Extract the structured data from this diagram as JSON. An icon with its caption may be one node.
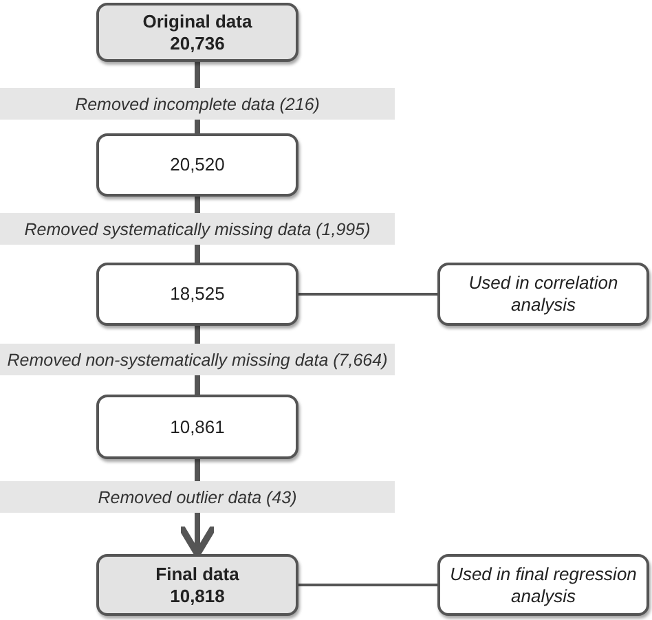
{
  "diagram": {
    "nodes": [
      {
        "text": [
          "Original data",
          "20,736"
        ]
      },
      {
        "text": [
          "Removed incomplete data (216)"
        ]
      },
      {
        "text": [
          "20,520"
        ]
      },
      {
        "text": [
          "Removed systematically missing data (1,995)"
        ]
      },
      {
        "text": [
          "18,525"
        ]
      },
      {
        "text": [
          "Used in correlation analysis"
        ]
      },
      {
        "text": [
          "Removed non-systematically missing data (7,664)"
        ]
      },
      {
        "text": [
          "10,861"
        ]
      },
      {
        "text": [
          "Removed outlier data (43)"
        ]
      },
      {
        "text": [
          "Final data",
          "10,818"
        ]
      },
      {
        "text": [
          "Used in final regression analysis"
        ]
      }
    ],
    "edges": [
      {
        "from": 0,
        "to": 1,
        "arrow": "none"
      },
      {
        "from": 1,
        "to": 2,
        "arrow": "none"
      },
      {
        "from": 2,
        "to": 3,
        "arrow": "none"
      },
      {
        "from": 3,
        "to": 4,
        "arrow": "none"
      },
      {
        "from": 4,
        "to": 5,
        "arrow": "none"
      },
      {
        "from": 4,
        "to": 6,
        "arrow": "none"
      },
      {
        "from": 6,
        "to": 7,
        "arrow": "none"
      },
      {
        "from": 7,
        "to": 8,
        "arrow": "none"
      },
      {
        "from": 8,
        "to": 9,
        "arrow": "to"
      },
      {
        "from": 9,
        "to": 10,
        "arrow": "none"
      }
    ]
  }
}
